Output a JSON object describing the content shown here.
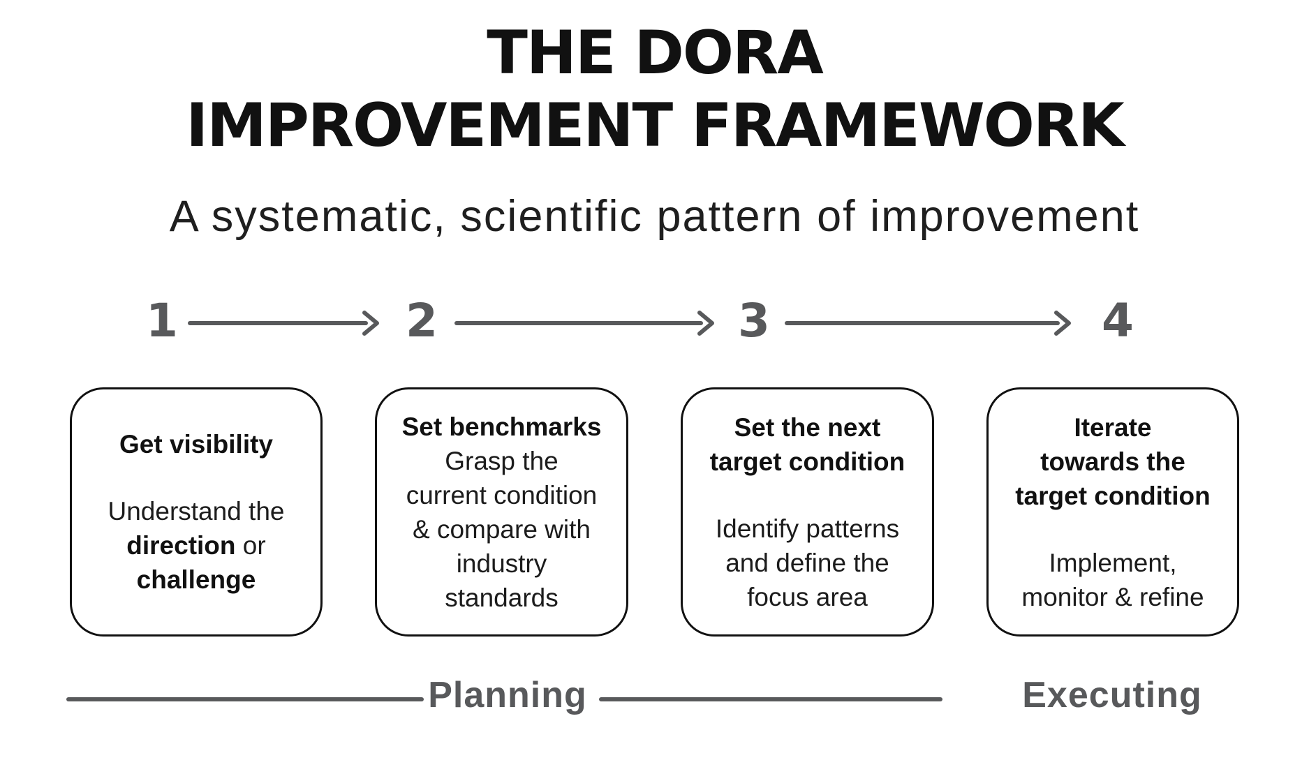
{
  "title": {
    "line1": "THE DORA",
    "line2": "IMPROVEMENT FRAMEWORK"
  },
  "subtitle": "A systematic, scientific pattern of improvement",
  "colors": {
    "black": "#111111",
    "gray": "#58595b",
    "background": "#ffffff",
    "box_border": "#111111"
  },
  "icons": {
    "step_connector": "arrow-right-icon"
  },
  "steps": [
    {
      "number": "1"
    },
    {
      "number": "2"
    },
    {
      "number": "3"
    },
    {
      "number": "4"
    }
  ],
  "boxes": [
    {
      "heading_lines": [
        "Get visibility"
      ],
      "body_lines": [
        {
          "segments": [
            {
              "text": "Understand the",
              "bold": false
            }
          ]
        },
        {
          "segments": [
            {
              "text": "direction",
              "bold": true
            },
            {
              "text": "or",
              "bold": false
            }
          ]
        },
        {
          "segments": [
            {
              "text": "challenge",
              "bold": true
            }
          ]
        }
      ]
    },
    {
      "heading_lines": [
        "Set benchmarks"
      ],
      "body_lines": [
        {
          "segments": [
            {
              "text": "Grasp the",
              "bold": false
            }
          ]
        },
        {
          "segments": [
            {
              "text": "current condition",
              "bold": false
            }
          ]
        },
        {
          "segments": [
            {
              "text": "& compare with",
              "bold": false
            }
          ]
        },
        {
          "segments": [
            {
              "text": "industry",
              "bold": false
            }
          ]
        },
        {
          "segments": [
            {
              "text": "standards",
              "bold": false
            }
          ]
        }
      ]
    },
    {
      "heading_lines": [
        "Set the next",
        "target condition"
      ],
      "body_lines": [
        {
          "segments": [
            {
              "text": "Identify patterns",
              "bold": false
            }
          ]
        },
        {
          "segments": [
            {
              "text": "and define the",
              "bold": false
            }
          ]
        },
        {
          "segments": [
            {
              "text": "focus area",
              "bold": false
            }
          ]
        }
      ]
    },
    {
      "heading_lines": [
        "Iterate",
        "towards the",
        "target condition"
      ],
      "body_lines": [
        {
          "segments": [
            {
              "text": "Implement,",
              "bold": false
            }
          ]
        },
        {
          "segments": [
            {
              "text": "monitor & refine",
              "bold": false
            }
          ]
        }
      ]
    }
  ],
  "phases": [
    {
      "label": "Planning"
    },
    {
      "label": "Executing"
    }
  ]
}
